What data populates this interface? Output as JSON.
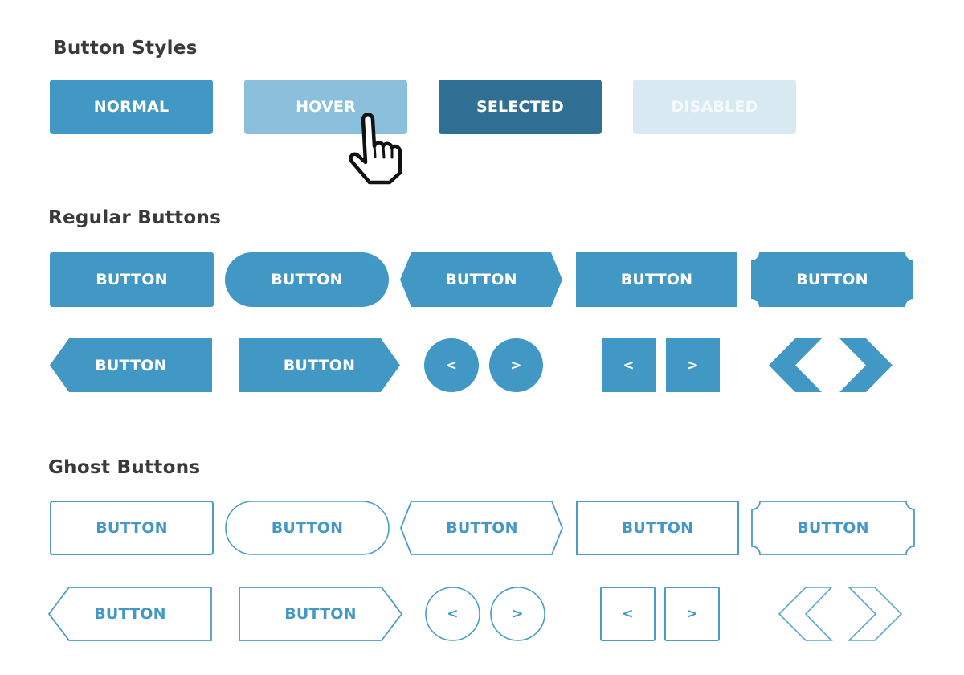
{
  "colors": {
    "primary": "#4298c4",
    "hover": "#8ac0db",
    "selected": "#2e6f93",
    "disabled": "#d8e9f1",
    "ghost_stroke": "#4a9dc7",
    "heading": "#3a3a3a"
  },
  "button_styles": {
    "title": "Button Styles",
    "buttons": [
      {
        "label": "NORMAL",
        "state": "normal"
      },
      {
        "label": "HOVER",
        "state": "hover"
      },
      {
        "label": "SELECTED",
        "state": "selected"
      },
      {
        "label": "DISABLED",
        "state": "disabled"
      }
    ],
    "cursor_icon": "hand-pointer-icon"
  },
  "regular_buttons": {
    "title": "Regular Buttons",
    "row1": [
      {
        "label": "BUTTON",
        "shape": "rounded-rectangle"
      },
      {
        "label": "BUTTON",
        "shape": "pill"
      },
      {
        "label": "BUTTON",
        "shape": "hexagon"
      },
      {
        "label": "BUTTON",
        "shape": "rectangle"
      },
      {
        "label": "BUTTON",
        "shape": "ticket"
      }
    ],
    "row2": [
      {
        "label": "BUTTON",
        "shape": "arrow-left"
      },
      {
        "label": "BUTTON",
        "shape": "arrow-right"
      },
      {
        "label": "<",
        "shape": "circle",
        "icon": "chevron-left-icon"
      },
      {
        "label": ">",
        "shape": "circle",
        "icon": "chevron-right-icon"
      },
      {
        "label": "<",
        "shape": "square",
        "icon": "chevron-left-icon"
      },
      {
        "label": ">",
        "shape": "square",
        "icon": "chevron-right-icon"
      },
      {
        "label": "",
        "shape": "chevron-left",
        "icon": "chevron-left-icon"
      },
      {
        "label": "",
        "shape": "chevron-right",
        "icon": "chevron-right-icon"
      }
    ]
  },
  "ghost_buttons": {
    "title": "Ghost Buttons",
    "row1": [
      {
        "label": "BUTTON",
        "shape": "rounded-rectangle"
      },
      {
        "label": "BUTTON",
        "shape": "pill"
      },
      {
        "label": "BUTTON",
        "shape": "hexagon"
      },
      {
        "label": "BUTTON",
        "shape": "rectangle"
      },
      {
        "label": "BUTTON",
        "shape": "ticket"
      }
    ],
    "row2": [
      {
        "label": "BUTTON",
        "shape": "arrow-left"
      },
      {
        "label": "BUTTON",
        "shape": "arrow-right"
      },
      {
        "label": "<",
        "shape": "circle",
        "icon": "chevron-left-icon"
      },
      {
        "label": ">",
        "shape": "circle",
        "icon": "chevron-right-icon"
      },
      {
        "label": "<",
        "shape": "square",
        "icon": "chevron-left-icon"
      },
      {
        "label": ">",
        "shape": "square",
        "icon": "chevron-right-icon"
      },
      {
        "label": "",
        "shape": "chevron-left",
        "icon": "chevron-left-icon"
      },
      {
        "label": "",
        "shape": "chevron-right",
        "icon": "chevron-right-icon"
      }
    ]
  }
}
